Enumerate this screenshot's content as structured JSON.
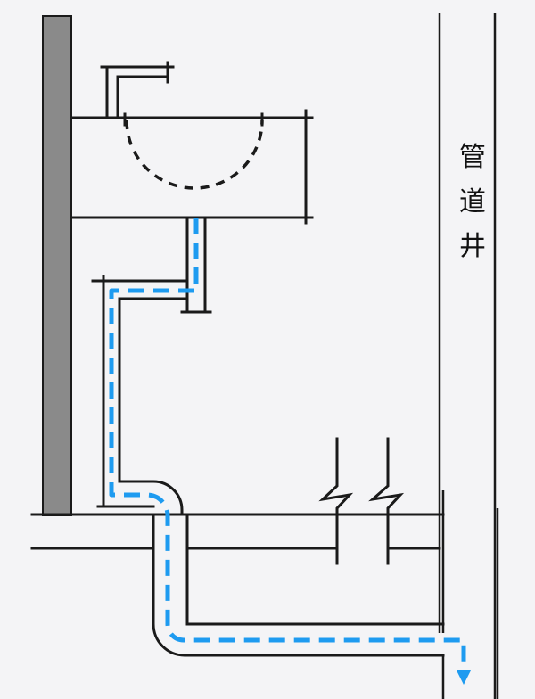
{
  "labels": {
    "shaft_char_1": "管",
    "shaft_char_2": "道",
    "shaft_char_3": "井"
  },
  "colors": {
    "flow": "#1e9bf0",
    "wall": "#8a8a8a",
    "line": "#1a1a1a",
    "background": "#f4f4f6"
  },
  "icons": {
    "flow_end": "arrow-down-icon"
  }
}
